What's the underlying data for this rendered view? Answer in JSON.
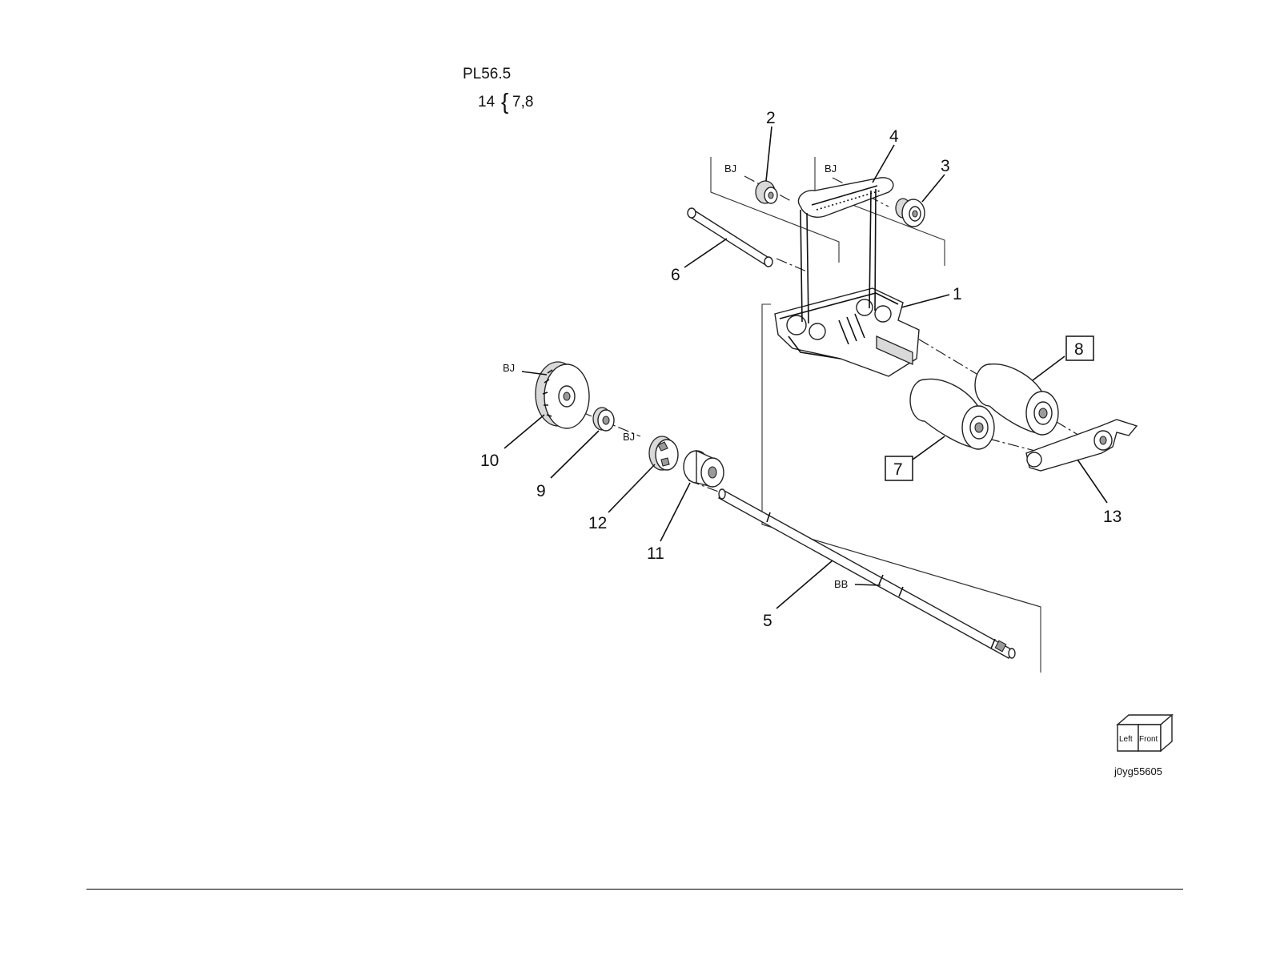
{
  "header": {
    "plate_ref": "PL56.5",
    "kit_number": "14",
    "kit_brace": "{",
    "kit_members": "7,8"
  },
  "callouts": {
    "n1": "1",
    "n2": "2",
    "n3": "3",
    "n4": "4",
    "n5": "5",
    "n6": "6",
    "n7": "7",
    "n8": "8",
    "n9": "9",
    "n10": "10",
    "n11": "11",
    "n12": "12",
    "n13": "13"
  },
  "markers": {
    "bj": "BJ",
    "bb": "BB"
  },
  "orientation_cube": {
    "left_label": "Left",
    "front_label": "Front"
  },
  "figure_id": "j0yg55605"
}
